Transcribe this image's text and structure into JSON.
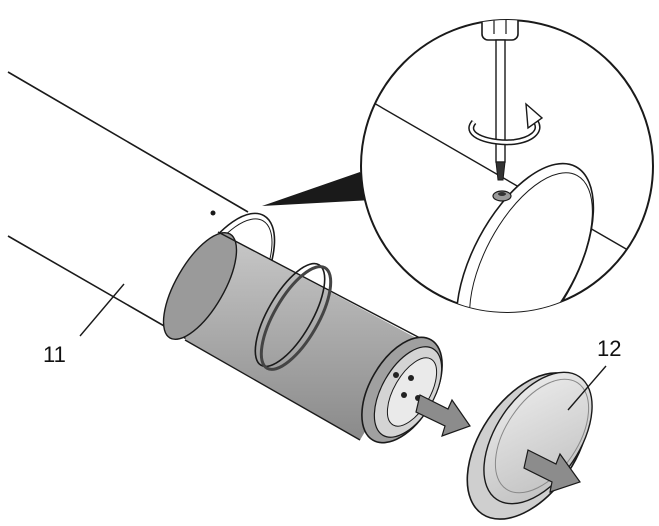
{
  "diagram": {
    "callouts": [
      {
        "id": "11",
        "text": "11"
      },
      {
        "id": "12",
        "text": "12"
      }
    ],
    "colors": {
      "line": "#1a1a1a",
      "cylinder_fill": "#b5b5b5",
      "cylinder_dark": "#7a7a7a",
      "cap_fill": "#d9d9d9",
      "arrow_fill": "#8c8c8c",
      "background": "#ffffff"
    },
    "icons": [
      "screwdriver-icon",
      "rotate-arrow-icon",
      "removal-arrow-icon"
    ]
  }
}
